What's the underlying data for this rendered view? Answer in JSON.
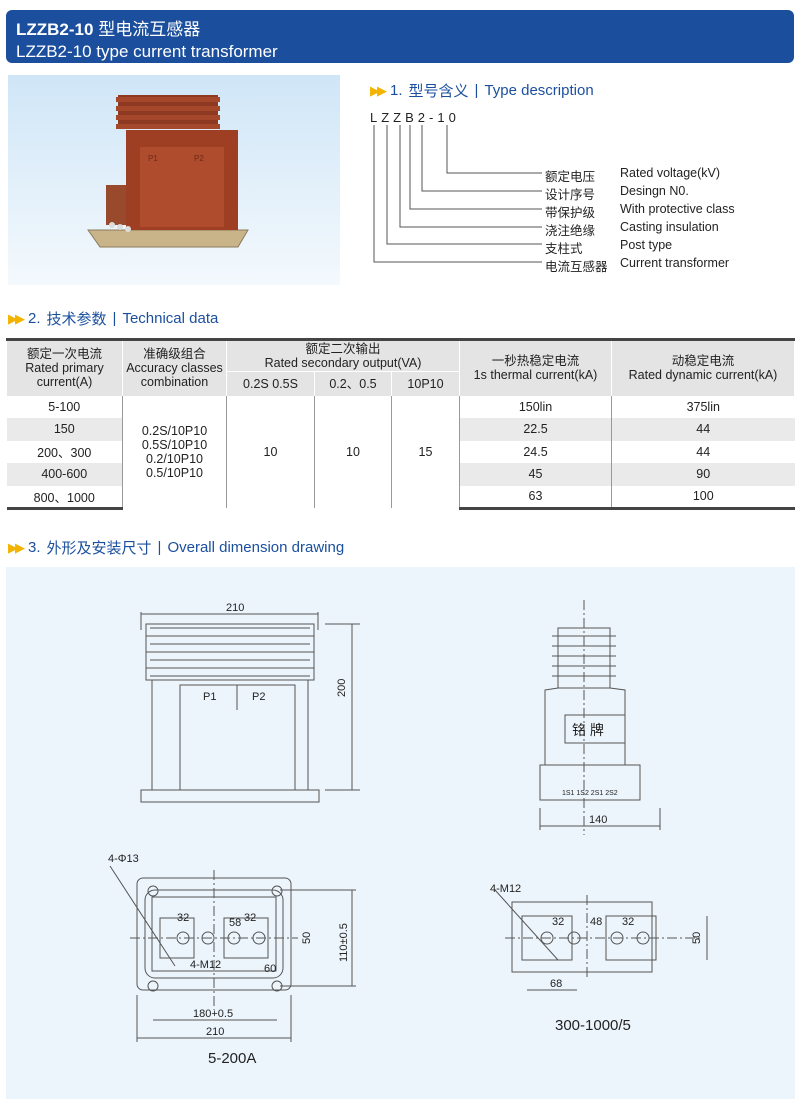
{
  "header": {
    "model": "LZZB2-10",
    "title_cn": "型电流互感器",
    "title_en": "LZZB2-10 type current transformer"
  },
  "section1": {
    "num": "1.",
    "cn": "型号含义",
    "en": "Type description"
  },
  "type_code": "LZZB2-10",
  "type_items": [
    {
      "cn": "额定电压",
      "en": "Rated voltage(kV)"
    },
    {
      "cn": "设计序号",
      "en": "Desingn N0."
    },
    {
      "cn": "带保护级",
      "en": "With protective class"
    },
    {
      "cn": "浇注绝缘",
      "en": "Casting insulation"
    },
    {
      "cn": "支柱式",
      "en": "Post type"
    },
    {
      "cn": "电流互感器",
      "en": "Current transformer"
    }
  ],
  "section2": {
    "num": "2.",
    "cn": "技术参数",
    "en": "Technical data"
  },
  "table": {
    "h_primary_cn": "额定一次电流",
    "h_primary_en": "Rated primary current(A)",
    "h_acc_cn": "准确级组合",
    "h_acc_en": "Accuracy classes combination",
    "h_sec_cn": "额定二次输出",
    "h_sec_en": "Rated secondary output(VA)",
    "h_sub": [
      "0.2S  0.5S",
      "0.2、0.5",
      "10P10"
    ],
    "h_th_cn": "一秒热稳定电流",
    "h_th_en": "1s thermal current(kA)",
    "h_dyn_cn": "动稳定电流",
    "h_dyn_en": "Rated dynamic current(kA)",
    "primary": [
      "5-100",
      "150",
      "200、300",
      "400-600",
      "800、1000"
    ],
    "accuracy": [
      "0.2S/10P10",
      "0.5S/10P10",
      "0.2/10P10",
      "0.5/10P10"
    ],
    "out": [
      "10",
      "10",
      "15"
    ],
    "thermal": [
      "150lin",
      "22.5",
      "24.5",
      "45",
      "63"
    ],
    "dynamic": [
      "375lin",
      "44",
      "44",
      "90",
      "100"
    ]
  },
  "section3": {
    "num": "3.",
    "cn": "外形及安装尺寸",
    "en": "Overall dimension drawing"
  },
  "drawing": {
    "d210": "210",
    "d200": "200",
    "p1": "P1",
    "p2": "P2",
    "d140": "140",
    "nameplate": "铭 牌",
    "terms": "1S1 1S2 2S1 2S2",
    "phi13": "4-Φ13",
    "m12": "4-M12",
    "d32": "32",
    "d58": "58",
    "d50": "50",
    "d60": "60",
    "d110": "110±0.5",
    "d180": "180+0.5",
    "d48": "48",
    "d68": "68",
    "label_a": "5-200A",
    "label_b": "300-1000/5"
  }
}
